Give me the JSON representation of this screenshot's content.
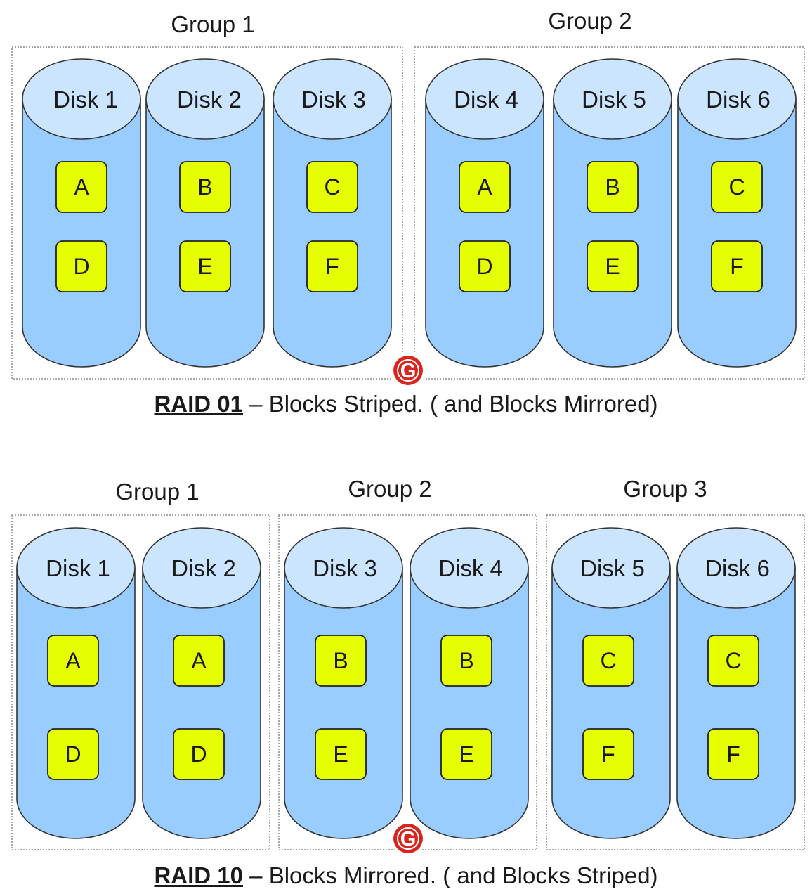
{
  "raid01": {
    "groups": [
      {
        "label": "Group 1",
        "disks": [
          {
            "label": "Disk 1",
            "blocks": [
              "A",
              "D"
            ]
          },
          {
            "label": "Disk 2",
            "blocks": [
              "B",
              "E"
            ]
          },
          {
            "label": "Disk 3",
            "blocks": [
              "C",
              "F"
            ]
          }
        ]
      },
      {
        "label": "Group 2",
        "disks": [
          {
            "label": "Disk 4",
            "blocks": [
              "A",
              "D"
            ]
          },
          {
            "label": "Disk 5",
            "blocks": [
              "B",
              "E"
            ]
          },
          {
            "label": "Disk 6",
            "blocks": [
              "C",
              "F"
            ]
          }
        ]
      }
    ],
    "caption_code": "RAID 01",
    "caption_text": " – Blocks Striped. ( and Blocks Mirrored)"
  },
  "raid10": {
    "groups": [
      {
        "label": "Group 1",
        "disks": [
          {
            "label": "Disk 1",
            "blocks": [
              "A",
              "D"
            ]
          },
          {
            "label": "Disk 2",
            "blocks": [
              "A",
              "D"
            ]
          }
        ]
      },
      {
        "label": "Group 2",
        "disks": [
          {
            "label": "Disk 3",
            "blocks": [
              "B",
              "E"
            ]
          },
          {
            "label": "Disk 4",
            "blocks": [
              "B",
              "E"
            ]
          }
        ]
      },
      {
        "label": "Group 3",
        "disks": [
          {
            "label": "Disk 5",
            "blocks": [
              "C",
              "F"
            ]
          },
          {
            "label": "Disk 6",
            "blocks": [
              "C",
              "F"
            ]
          }
        ]
      }
    ],
    "caption_code": "RAID 10",
    "caption_text": " – Blocks Mirrored. ( and Blocks Striped)"
  },
  "logo": {
    "letter": "G",
    "color": "#d7261e"
  },
  "colors": {
    "disk_body": "#99ccff",
    "disk_top": "#cce5ff",
    "disk_stroke": "#333333",
    "block_fill": "#e5ff00",
    "group_border": "#8a8a8a"
  }
}
